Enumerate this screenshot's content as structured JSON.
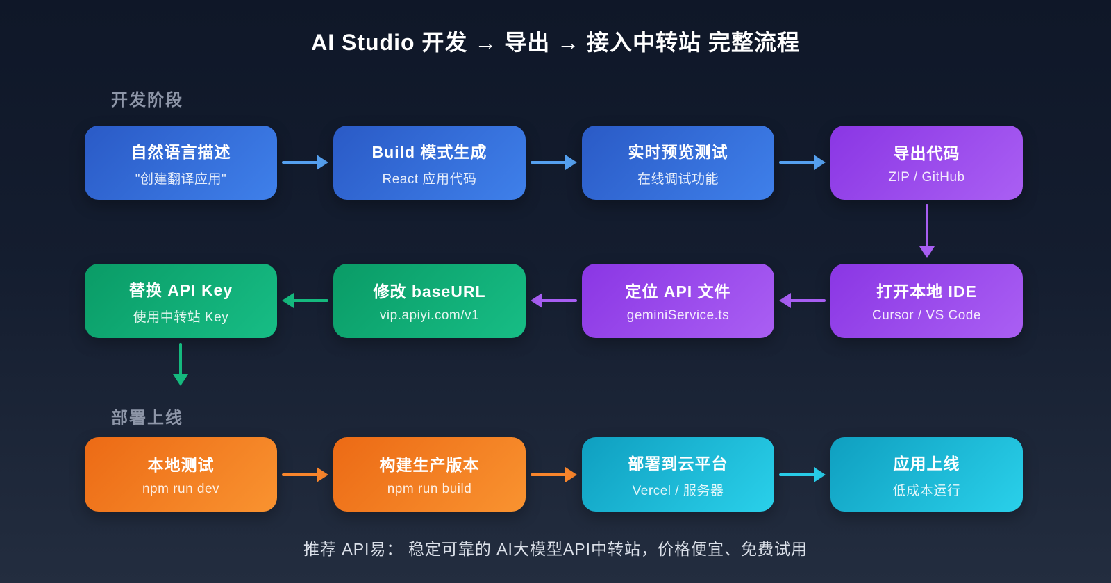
{
  "title": "AI Studio 开发 → 导出 → 接入中转站 完整流程",
  "sections": {
    "dev": "开发阶段",
    "deploy": "部署上线"
  },
  "nodes": {
    "nl_desc": {
      "title": "自然语言描述",
      "subtitle": "\"创建翻译应用\"",
      "color": "#3f80ea"
    },
    "build_mode": {
      "title": "Build 模式生成",
      "subtitle": "React 应用代码",
      "color": "#3f80ea"
    },
    "preview": {
      "title": "实时预览测试",
      "subtitle": "在线调试功能",
      "color": "#3f80ea"
    },
    "export_code": {
      "title": "导出代码",
      "subtitle": "ZIP / GitHub",
      "color": "#aa5ff3"
    },
    "open_ide": {
      "title": "打开本地 IDE",
      "subtitle": "Cursor / VS Code",
      "color": "#aa5ff3"
    },
    "locate_api": {
      "title": "定位 API 文件",
      "subtitle": "geminiService.ts",
      "color": "#aa5ff3"
    },
    "modify_baseurl": {
      "title": "修改 baseURL",
      "subtitle": "vip.apiyi.com/v1",
      "color": "#17bd85"
    },
    "replace_key": {
      "title": "替换 API Key",
      "subtitle": "使用中转站 Key",
      "color": "#17bd85"
    },
    "local_test": {
      "title": "本地测试",
      "subtitle": "npm run dev",
      "color": "#f99330"
    },
    "build_prod": {
      "title": "构建生产版本",
      "subtitle": "npm run build",
      "color": "#f99330"
    },
    "deploy_cloud": {
      "title": "部署到云平台",
      "subtitle": "Vercel / 服务器",
      "color": "#2ad0ea"
    },
    "app_live": {
      "title": "应用上线",
      "subtitle": "低成本运行",
      "color": "#2ad0ea"
    }
  },
  "arrow_colors": {
    "blue": "#55a0ef",
    "purple": "#a75ef2",
    "green": "#15b97e",
    "orange": "#f8852c",
    "cyan": "#28cbe7"
  },
  "footer": "推荐 API易： 稳定可靠的 AI大模型API中转站，价格便宜、免费试用"
}
